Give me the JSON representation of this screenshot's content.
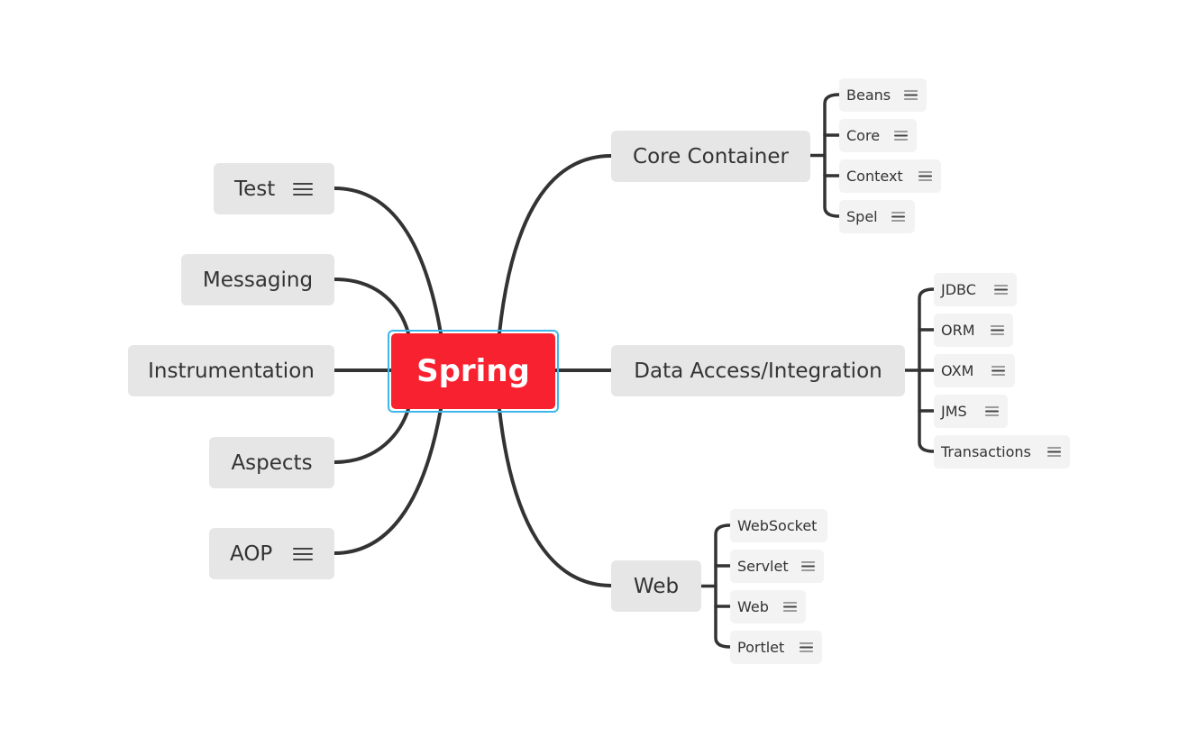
{
  "mindmap": {
    "root": {
      "label": "Spring"
    },
    "left_branches": [
      {
        "label": "Test",
        "has_notes": true
      },
      {
        "label": "Messaging",
        "has_notes": false
      },
      {
        "label": "Instrumentation",
        "has_notes": false
      },
      {
        "label": "Aspects",
        "has_notes": false
      },
      {
        "label": "AOP",
        "has_notes": true
      }
    ],
    "right_branches": [
      {
        "label": "Core Container",
        "has_notes": false,
        "children": [
          {
            "label": "Beans",
            "has_notes": true
          },
          {
            "label": "Core",
            "has_notes": true
          },
          {
            "label": "Context",
            "has_notes": true
          },
          {
            "label": "Spel",
            "has_notes": true
          }
        ]
      },
      {
        "label": "Data Access/Integration",
        "has_notes": false,
        "children": [
          {
            "label": "JDBC",
            "has_notes": true
          },
          {
            "label": "ORM",
            "has_notes": true
          },
          {
            "label": "OXM",
            "has_notes": true
          },
          {
            "label": "JMS",
            "has_notes": true
          },
          {
            "label": "Transactions",
            "has_notes": true
          }
        ]
      },
      {
        "label": "Web",
        "has_notes": false,
        "children": [
          {
            "label": "WebSocket",
            "has_notes": false
          },
          {
            "label": "Servlet",
            "has_notes": true
          },
          {
            "label": "Web",
            "has_notes": true
          },
          {
            "label": "Portlet",
            "has_notes": true
          }
        ]
      }
    ]
  },
  "colors": {
    "root_fill": "#f7212f",
    "root_selection": "#3fb7ea",
    "branch_fill": "#e6e6e6",
    "leaf_fill": "#f3f3f3",
    "connector": "#333333",
    "text": "#333333"
  },
  "icons": {
    "notes": "notes-lines-icon"
  }
}
